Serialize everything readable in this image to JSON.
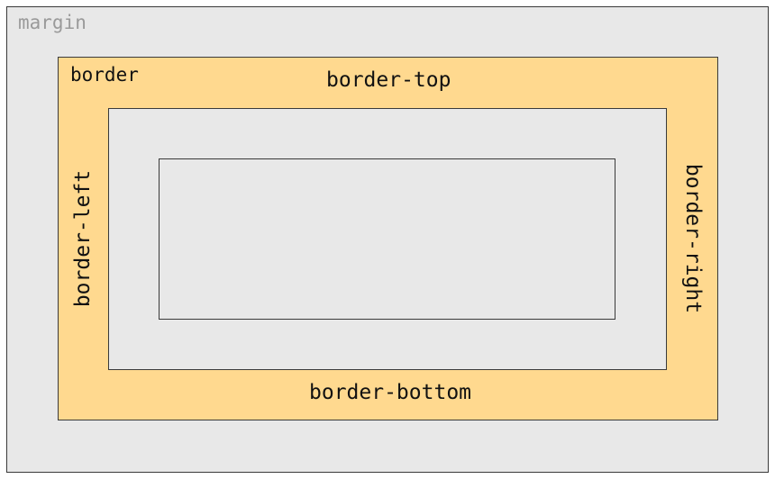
{
  "labels": {
    "margin": "margin",
    "border": "border",
    "border_top": "border-top",
    "border_bottom": "border-bottom",
    "border_left": "border-left",
    "border_right": "border-right"
  },
  "colors": {
    "margin_fill": "#e8e8e8",
    "border_fill": "#ffd98f",
    "inner_fill": "#e8e8e8",
    "outline": "#3a3a3a",
    "margin_text": "#9a9a9a",
    "text": "#111111"
  }
}
